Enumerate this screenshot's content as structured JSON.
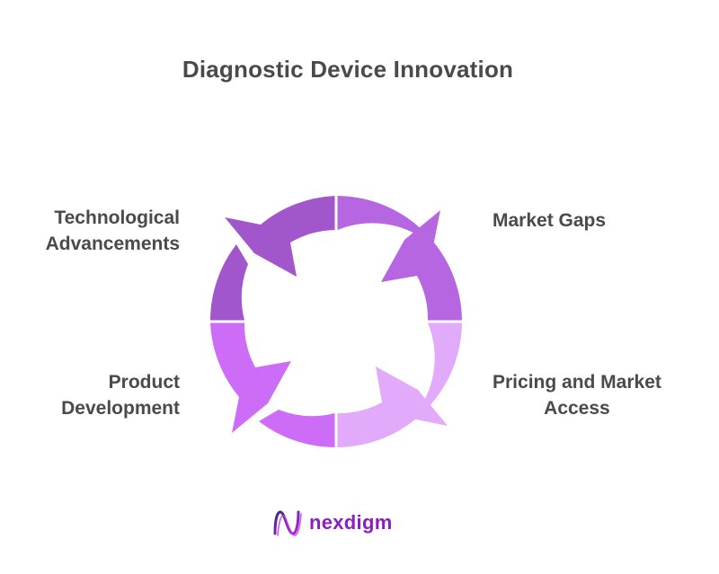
{
  "title": "Diagnostic Device Innovation",
  "stages": {
    "top_left": [
      "Technological",
      "Advancements"
    ],
    "top_right": [
      "Market Gaps"
    ],
    "bottom_left": [
      "Product",
      "Development"
    ],
    "bottom_right": [
      "Pricing and Market",
      "Access"
    ]
  },
  "colors": {
    "top_left": "#a156cc",
    "top_right": "#b766e2",
    "bottom_left": "#cd6cf6",
    "bottom_right": "#e2aafb",
    "text": "#4a4a4a",
    "brand": "#8a1fc0"
  },
  "brand": {
    "name": "nexdigm",
    "icon": "nexdigm-logo-icon"
  }
}
